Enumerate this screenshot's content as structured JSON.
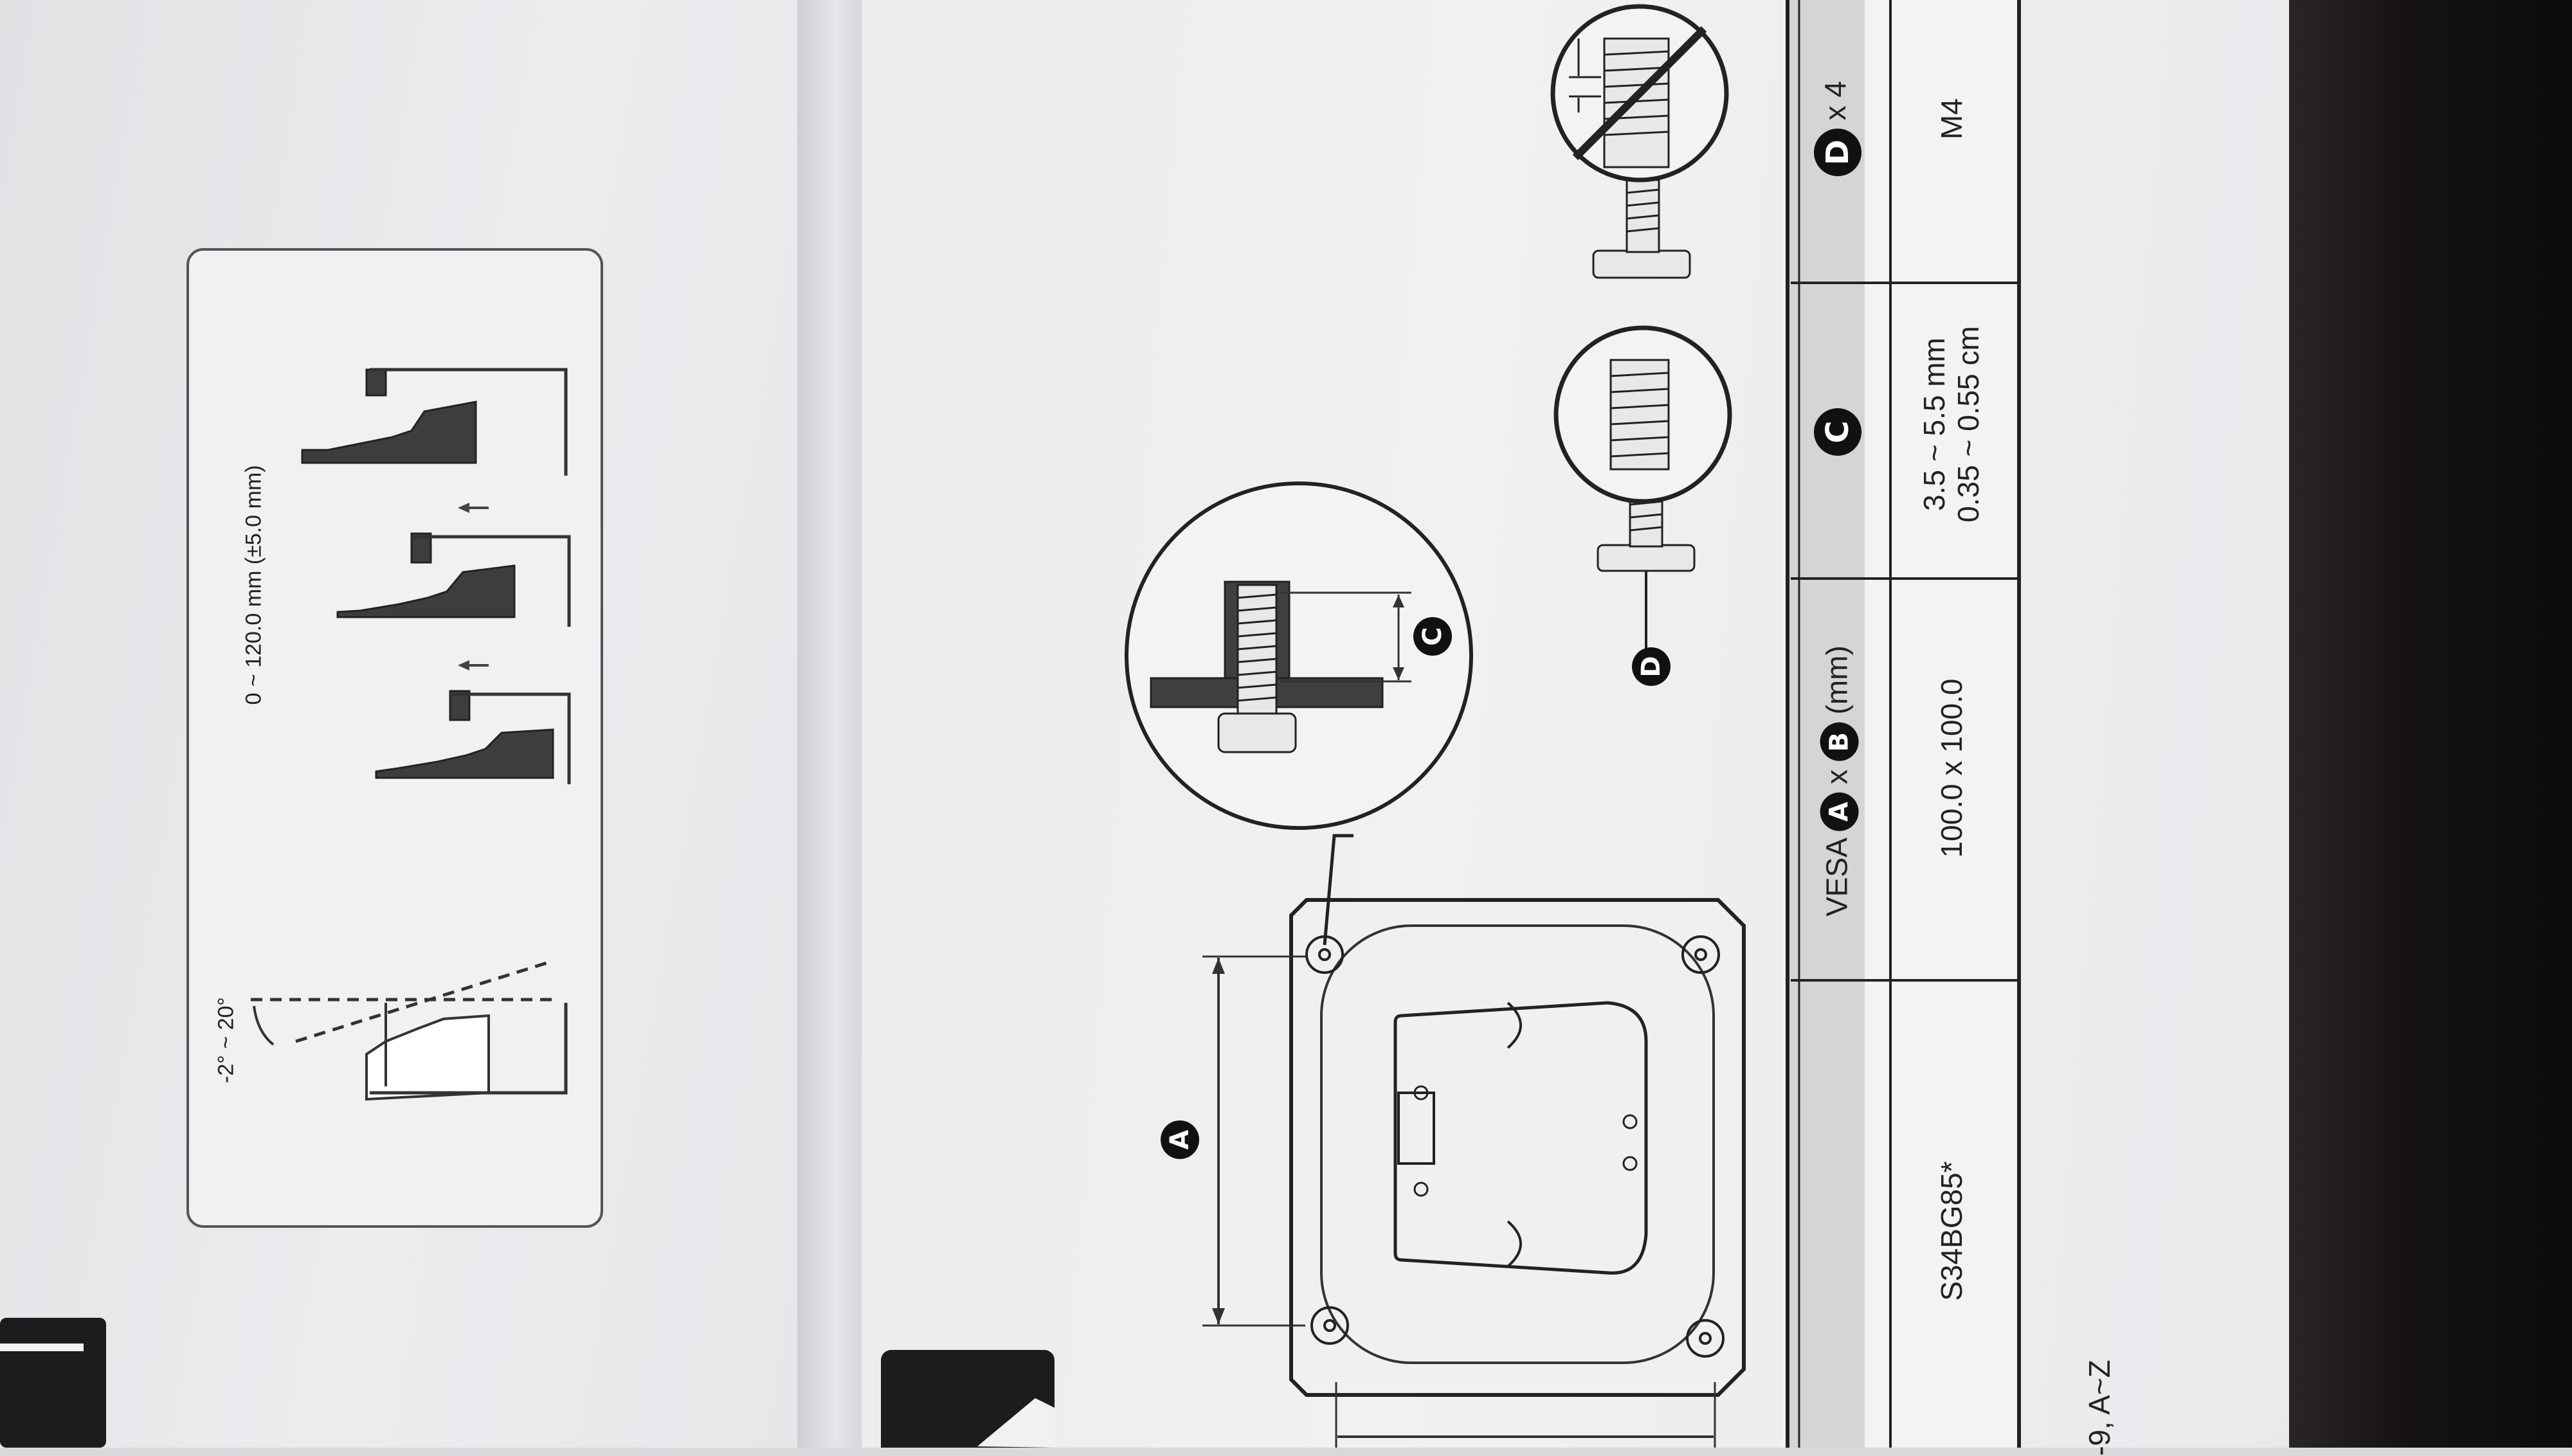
{
  "adjust_panel": {
    "tilt_label": "-2° ~ 20°",
    "height_label": "0 ~ 120.0 mm (±5.0 mm)"
  },
  "diagram_labels": {
    "a": "A",
    "c": "C",
    "d": "D"
  },
  "table": {
    "header_vesa_prefix": "VESA",
    "header_badge_a": "A",
    "header_times": "x",
    "header_badge_b": "B",
    "header_vesa_unit": "(mm)",
    "header_badge_c": "C",
    "header_badge_d": "D",
    "header_d_qty": "x 4",
    "model": "S34BG85*",
    "vesa_value": "100.0 x 100.0",
    "c_value_mm": "3.5 ~ 5.5 mm",
    "c_value_cm": "0.35 ~ 0.55 cm",
    "d_value": "M4"
  },
  "footer": {
    "page_ref": "-9, A~Z"
  },
  "colors": {
    "ink": "#111111",
    "monitor_fill": "#3f3f41",
    "table_header_fill": "#d5d5d8",
    "paper": "#efeff1",
    "background": "#0d0b0b"
  }
}
